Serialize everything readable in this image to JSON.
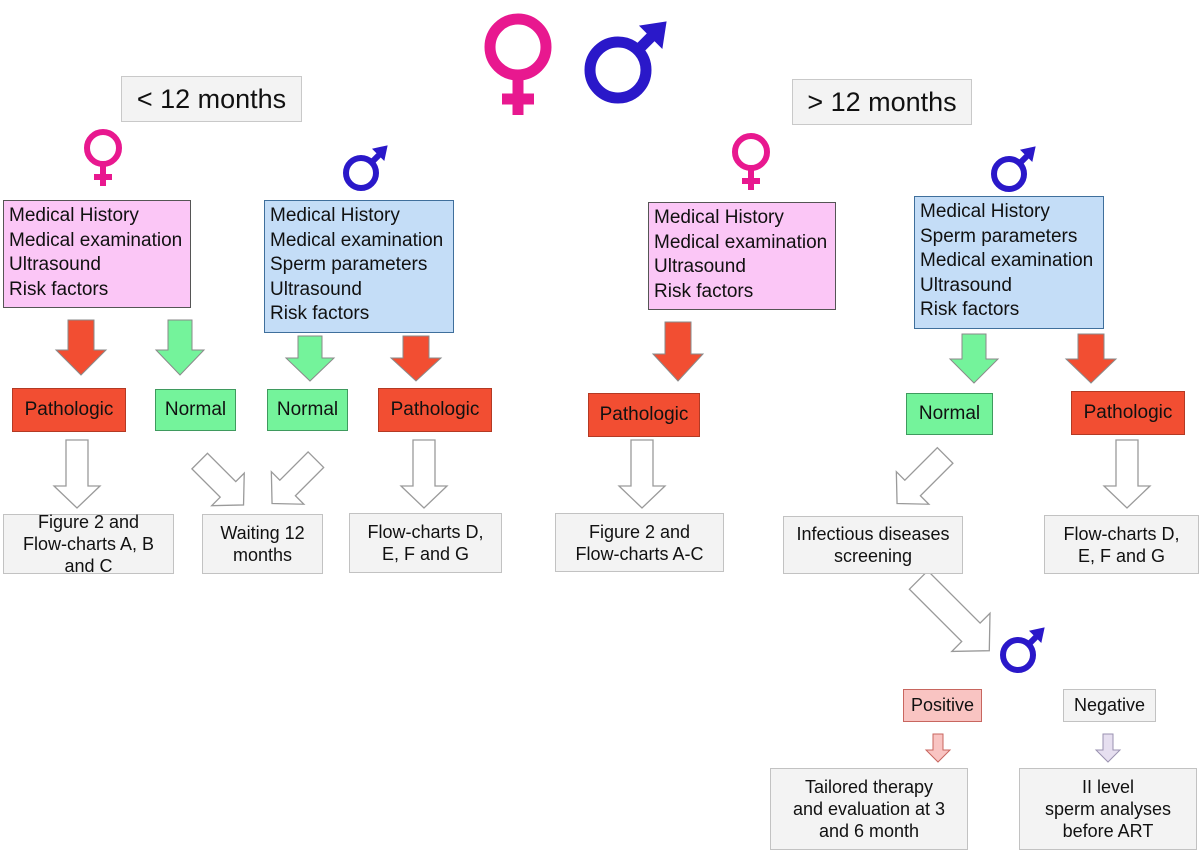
{
  "colors": {
    "female_symbol": "#e8188f",
    "male_symbol": "#2a18c9",
    "female_box": "#fbc6f6",
    "male_box": "#c4ddf7",
    "pathologic": "#f24e32",
    "normal": "#74f39b",
    "result_box": "#f3f3f3",
    "positive": "#f9c4c2",
    "hollow_arrow": "#ffffff"
  },
  "icons": {
    "female": "female-symbol-icon",
    "male": "male-symbol-icon"
  },
  "periods": {
    "left": "< 12 months",
    "right": "> 12 months"
  },
  "left": {
    "female_assessment": "Medical History\nMedical examination\nUltrasound\nRisk factors",
    "male_assessment": "Medical History\nMedical examination\nSperm parameters\nUltrasound\nRisk factors",
    "female_pathologic": "Pathologic",
    "female_normal": "Normal",
    "male_normal": "Normal",
    "male_pathologic": "Pathologic",
    "result_female": "Figure 2 and\nFlow-charts A, B\nand C",
    "result_waiting": "Waiting 12\nmonths",
    "result_male": "Flow-charts D,\nE, F and G"
  },
  "right": {
    "female_assessment": "Medical History\nMedical examination\nUltrasound\nRisk factors",
    "male_assessment": "Medical History\nSperm parameters\nMedical examination\nUltrasound\nRisk factors",
    "female_pathologic": "Pathologic",
    "male_normal": "Normal",
    "male_pathologic": "Pathologic",
    "result_female": "Figure 2 and\nFlow-charts A-C",
    "result_screening": "Infectious diseases\nscreening",
    "result_male": "Flow-charts D,\nE, F and G",
    "positive": "Positive",
    "negative": "Negative",
    "result_positive": "Tailored therapy\nand evaluation at 3\nand 6 month",
    "result_negative": "II level\nsperm analyses\nbefore ART"
  }
}
